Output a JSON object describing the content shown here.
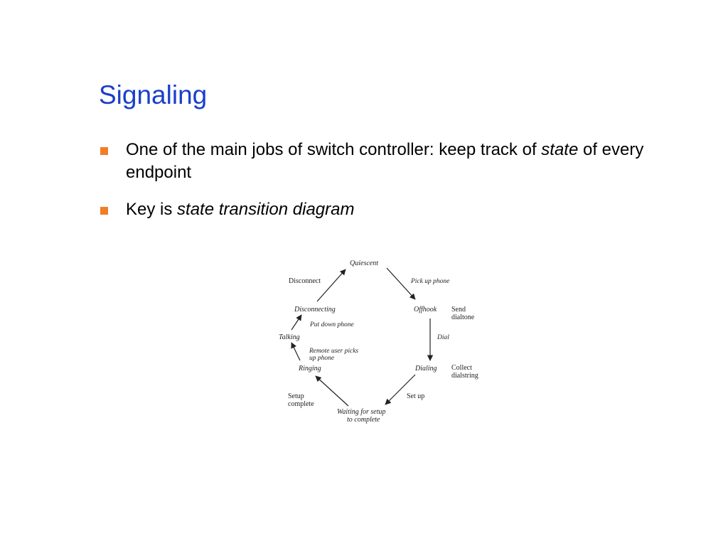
{
  "title": "Signaling",
  "bullets": [
    {
      "before": "One of the main jobs of switch controller: keep track of ",
      "em": "state",
      "after": " of every endpoint"
    },
    {
      "before": "Key is ",
      "em": "state transition diagram",
      "after": ""
    }
  ],
  "diagram": {
    "states": {
      "quiescent": "Quiescent",
      "offhook": "Offhook",
      "dialing": "Dialing",
      "waiting_1": "Waiting for setup",
      "waiting_2": "to complete",
      "ringing": "Ringing",
      "talking": "Talking",
      "disconnecting": "Disconnecting"
    },
    "transitions": {
      "pick_up_phone": "Pick up phone",
      "dial": "Dial",
      "put_down_phone": "Put down phone",
      "remote_1": "Remote user picks",
      "remote_2": "up phone"
    },
    "actions": {
      "send_1": "Send",
      "send_2": "dialtone",
      "collect_1": "Collect",
      "collect_2": "dialstring",
      "set_up": "Set up",
      "setup_complete_1": "Setup",
      "setup_complete_2": "complete",
      "disconnect": "Disconnect"
    }
  },
  "colors": {
    "title": "#1a3fc9",
    "bullet_marker": "#f07e26"
  }
}
